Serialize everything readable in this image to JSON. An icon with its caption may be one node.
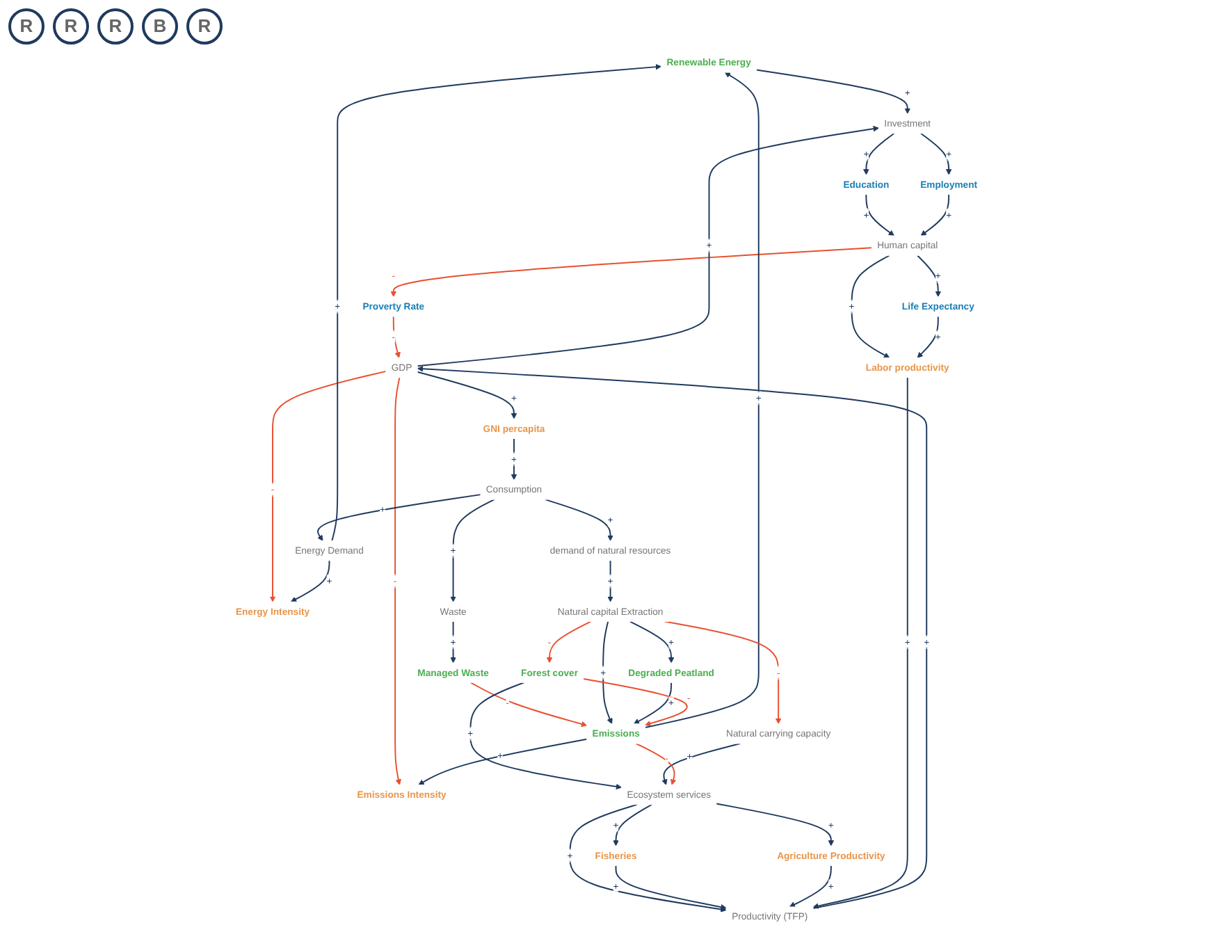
{
  "diagram": {
    "nodes": [
      {
        "text": [
          "Renewable Energy"
        ]
      },
      {
        "text": [
          "Proverty Rate"
        ]
      },
      {
        "text": [
          "Energy Intensity"
        ]
      },
      {
        "text": [
          "Energy Demand"
        ]
      },
      {
        "text": [
          "Investment"
        ]
      },
      {
        "text": [
          "Education"
        ]
      },
      {
        "text": [
          "GDP"
        ]
      },
      {
        "text": [
          "GNI percapita"
        ]
      },
      {
        "text": [
          "Emissions Intensity"
        ]
      },
      {
        "text": [
          "Employment"
        ]
      },
      {
        "text": [
          "Consumption"
        ]
      },
      {
        "text": [
          "Waste"
        ]
      },
      {
        "text": [
          "Human capital"
        ]
      },
      {
        "text": [
          "Managed Waste"
        ]
      },
      {
        "text": [
          "Productivity (TFP)"
        ]
      },
      {
        "text": [
          "demand of natural resources"
        ]
      },
      {
        "text": [
          "Natural capital Extraction"
        ]
      },
      {
        "text": [
          "Labor productivity"
        ]
      },
      {
        "text": [
          "Life Expectancy"
        ]
      },
      {
        "text": [
          "Degraded Peatland"
        ]
      },
      {
        "text": [
          "Fisheries"
        ]
      },
      {
        "text": [
          "Natural carrying capacity"
        ]
      },
      {
        "text": [
          "Agriculture Productivity"
        ]
      },
      {
        "text": [
          "Ecosystem services"
        ]
      },
      {
        "text": [
          "Emissions"
        ]
      },
      {
        "text": [
          "Forest cover"
        ]
      }
    ],
    "edges": [
      {
        "from": 0,
        "to": 4,
        "arrow": "to",
        "label": "+"
      },
      {
        "from": 12,
        "to": 1,
        "arrow": "to",
        "label": "-",
        "color": "#e8502f"
      },
      {
        "from": 1,
        "to": 6,
        "arrow": "to",
        "label": "-",
        "color": "#e8502f"
      },
      {
        "from": 4,
        "to": 5,
        "arrow": "to",
        "label": "+"
      },
      {
        "from": 4,
        "to": 9,
        "arrow": "to",
        "label": "+"
      },
      {
        "from": 6,
        "to": 4,
        "arrow": "to",
        "label": "+"
      },
      {
        "from": 6,
        "to": 2,
        "arrow": "to",
        "label": "-",
        "color": "#e8502f"
      },
      {
        "from": 6,
        "to": 8,
        "arrow": "to",
        "label": "-",
        "color": "#e8502f"
      },
      {
        "from": 6,
        "to": 7,
        "arrow": "to",
        "label": "+"
      },
      {
        "from": 3,
        "to": 0,
        "arrow": "to",
        "label": "+"
      },
      {
        "from": 3,
        "to": 2,
        "arrow": "to",
        "label": "+"
      },
      {
        "from": 24,
        "to": 0,
        "arrow": "to",
        "label": "+"
      },
      {
        "from": 24,
        "to": 8,
        "arrow": "to",
        "label": "+"
      },
      {
        "from": 7,
        "to": 10,
        "arrow": "to",
        "label": "+"
      },
      {
        "from": 10,
        "to": 3,
        "arrow": "to",
        "label": "+"
      },
      {
        "from": 10,
        "to": 11,
        "arrow": "to",
        "label": "+"
      },
      {
        "from": 10,
        "to": 15,
        "arrow": "to",
        "label": "+"
      },
      {
        "from": 11,
        "to": 13,
        "arrow": "to",
        "label": "+"
      },
      {
        "from": 13,
        "to": 24,
        "arrow": "to",
        "label": "-",
        "color": "#e8502f"
      },
      {
        "from": 15,
        "to": 16,
        "arrow": "to",
        "label": "+"
      },
      {
        "from": 16,
        "to": 19,
        "arrow": "to",
        "label": "+"
      },
      {
        "from": 16,
        "to": 21,
        "arrow": "to",
        "label": "-",
        "color": "#e8502f"
      },
      {
        "from": 16,
        "to": 25,
        "arrow": "to",
        "label": "-",
        "color": "#e8502f"
      },
      {
        "from": 16,
        "to": 24,
        "arrow": "to",
        "label": "+"
      },
      {
        "from": 19,
        "to": 24,
        "arrow": "to",
        "label": "+"
      },
      {
        "from": 25,
        "to": 24,
        "arrow": "to",
        "label": "-",
        "color": "#e8502f"
      },
      {
        "from": 25,
        "to": 23,
        "arrow": "to",
        "label": "+"
      },
      {
        "from": 21,
        "to": 23,
        "arrow": "to",
        "label": "+"
      },
      {
        "from": 24,
        "to": 23,
        "arrow": "to",
        "label": "-",
        "color": "#e8502f"
      },
      {
        "from": 23,
        "to": 20,
        "arrow": "to",
        "label": "+"
      },
      {
        "from": 23,
        "to": 22,
        "arrow": "to",
        "label": "+"
      },
      {
        "from": 23,
        "to": 14,
        "arrow": "to",
        "label": "+"
      },
      {
        "from": 20,
        "to": 14,
        "arrow": "to",
        "label": "+"
      },
      {
        "from": 22,
        "to": 14,
        "arrow": "to",
        "label": "+"
      },
      {
        "from": 17,
        "to": 14,
        "arrow": "to",
        "label": "+"
      },
      {
        "from": 14,
        "to": 6,
        "arrow": "to",
        "label": "+"
      },
      {
        "from": 12,
        "to": 17,
        "arrow": "to",
        "label": "+"
      },
      {
        "from": 12,
        "to": 18,
        "arrow": "to",
        "label": "+"
      },
      {
        "from": 18,
        "to": 17,
        "arrow": "to",
        "label": "+"
      },
      {
        "from": 5,
        "to": 12,
        "arrow": "to",
        "label": "+"
      },
      {
        "from": 9,
        "to": 12,
        "arrow": "to",
        "label": "+"
      }
    ],
    "labels": [
      "R",
      "R",
      "R",
      "B",
      "R"
    ]
  }
}
